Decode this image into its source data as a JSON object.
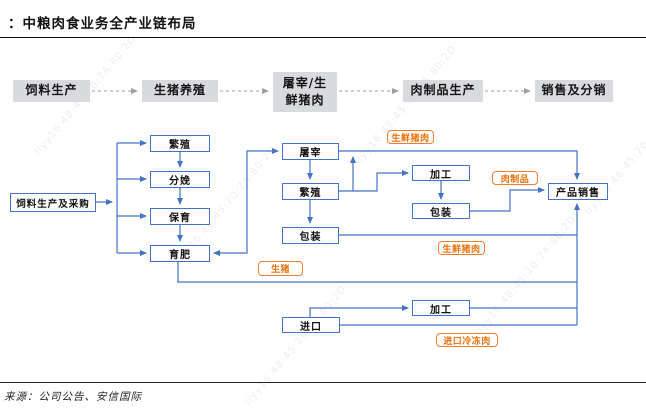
{
  "title": "：中粮肉食业务全产业链布局",
  "stages": [
    {
      "label": "饲料生产"
    },
    {
      "label": "生猪养殖"
    },
    {
      "label": "屠宰/生鲜猪肉"
    },
    {
      "label": "肉制品生产"
    },
    {
      "label": "销售及分销"
    }
  ],
  "flow": {
    "feed": "饲料生产及采购",
    "farming": [
      "繁殖",
      "分娩",
      "保育",
      "育肥"
    ],
    "slaughter": [
      "屠宰",
      "繁殖",
      "包装"
    ],
    "processing": [
      "加工",
      "包装"
    ],
    "sales": "产品销售",
    "import_processing": "加工",
    "import": "进口"
  },
  "tags": {
    "fresh_top": "生鲜猪肉",
    "meat": "肉制品",
    "fresh_bottom": "生鲜猪肉",
    "live_pig": "生猪",
    "imported_frozen": "进口冷冻肉"
  },
  "footer": {
    "source": "来源：公司公告、安信国际"
  },
  "watermark": {
    "text": "llyy16 48:45:20:7A:80:2D"
  },
  "colors": {
    "flow_line": "#4472C4",
    "tag_orange": "#ED7D31",
    "stage_fill": "#D9DADE",
    "dashed_gray": "#9AA0A6"
  }
}
